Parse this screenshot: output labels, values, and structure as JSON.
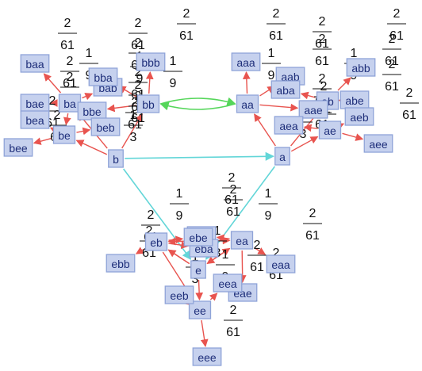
{
  "graph": {
    "colors": {
      "red_edge": "#e8544f",
      "cyan_edge": "#63d6d8",
      "green_edge": "#55d65a",
      "node_fill": "#c6d1ee",
      "node_border": "#8fa3d8",
      "node_text": "#1f2f7a"
    },
    "nodes": [
      {
        "id": "b",
        "label": "b"
      },
      {
        "id": "a",
        "label": "a"
      },
      {
        "id": "e",
        "label": "e"
      },
      {
        "id": "bb",
        "label": "bb"
      },
      {
        "id": "ba",
        "label": "ba"
      },
      {
        "id": "be",
        "label": "be"
      },
      {
        "id": "aa",
        "label": "aa"
      },
      {
        "id": "ab",
        "label": "ab"
      },
      {
        "id": "ae",
        "label": "ae"
      },
      {
        "id": "eb",
        "label": "eb"
      },
      {
        "id": "ea",
        "label": "ea"
      },
      {
        "id": "ee",
        "label": "ee"
      },
      {
        "id": "baa",
        "label": "baa"
      },
      {
        "id": "bab",
        "label": "bab"
      },
      {
        "id": "bae",
        "label": "bae"
      },
      {
        "id": "bba",
        "label": "bba"
      },
      {
        "id": "bbb",
        "label": "bbb"
      },
      {
        "id": "bbe",
        "label": "bbe"
      },
      {
        "id": "bea",
        "label": "bea"
      },
      {
        "id": "beb",
        "label": "beb"
      },
      {
        "id": "bee",
        "label": "bee"
      },
      {
        "id": "aaa",
        "label": "aaa"
      },
      {
        "id": "aab",
        "label": "aab"
      },
      {
        "id": "aae",
        "label": "aae"
      },
      {
        "id": "aba",
        "label": "aba"
      },
      {
        "id": "abb",
        "label": "abb"
      },
      {
        "id": "abe",
        "label": "abe"
      },
      {
        "id": "aea",
        "label": "aea"
      },
      {
        "id": "aeb",
        "label": "aeb"
      },
      {
        "id": "aee",
        "label": "aee"
      },
      {
        "id": "eaa",
        "label": "eaa"
      },
      {
        "id": "eab",
        "label": "eab"
      },
      {
        "id": "eae",
        "label": "eae"
      },
      {
        "id": "eba",
        "label": "eba"
      },
      {
        "id": "ebb",
        "label": "ebb"
      },
      {
        "id": "ebe",
        "label": "ebe"
      },
      {
        "id": "eea",
        "label": "eea"
      },
      {
        "id": "eeb",
        "label": "eeb"
      },
      {
        "id": "eee",
        "label": "eee"
      }
    ],
    "edges": [
      {
        "from": "b",
        "to": "a",
        "color": "cyan"
      },
      {
        "from": "b",
        "to": "e",
        "color": "cyan"
      },
      {
        "from": "a",
        "to": "e",
        "color": "cyan"
      },
      {
        "from": "bb",
        "to": "aa",
        "color": "green"
      },
      {
        "from": "aa",
        "to": "bb",
        "color": "green"
      },
      {
        "from": "b",
        "to": "bb",
        "color": "red"
      },
      {
        "from": "b",
        "to": "ba",
        "color": "red"
      },
      {
        "from": "b",
        "to": "be",
        "color": "red"
      },
      {
        "from": "a",
        "to": "aa",
        "color": "red"
      },
      {
        "from": "a",
        "to": "ab",
        "color": "red"
      },
      {
        "from": "a",
        "to": "ae",
        "color": "red"
      },
      {
        "from": "e",
        "to": "ea",
        "color": "red"
      },
      {
        "from": "e",
        "to": "eb",
        "color": "red"
      },
      {
        "from": "e",
        "to": "ee",
        "color": "red"
      },
      {
        "from": "ba",
        "to": "baa",
        "color": "red"
      },
      {
        "from": "ba",
        "to": "bab",
        "color": "red"
      },
      {
        "from": "ba",
        "to": "bae",
        "color": "red"
      },
      {
        "from": "bb",
        "to": "bba",
        "color": "red"
      },
      {
        "from": "bb",
        "to": "bbb",
        "color": "red"
      },
      {
        "from": "bb",
        "to": "bbe",
        "color": "red"
      },
      {
        "from": "be",
        "to": "bea",
        "color": "red"
      },
      {
        "from": "be",
        "to": "beb",
        "color": "red"
      },
      {
        "from": "be",
        "to": "bee",
        "color": "red"
      },
      {
        "from": "aa",
        "to": "aaa",
        "color": "red"
      },
      {
        "from": "aa",
        "to": "aab",
        "color": "red"
      },
      {
        "from": "aa",
        "to": "aae",
        "color": "red"
      },
      {
        "from": "ab",
        "to": "aba",
        "color": "red"
      },
      {
        "from": "ab",
        "to": "abb",
        "color": "red"
      },
      {
        "from": "ab",
        "to": "abe",
        "color": "red"
      },
      {
        "from": "ae",
        "to": "aea",
        "color": "red"
      },
      {
        "from": "ae",
        "to": "aeb",
        "color": "red"
      },
      {
        "from": "ae",
        "to": "aee",
        "color": "red"
      },
      {
        "from": "ea",
        "to": "eaa",
        "color": "red"
      },
      {
        "from": "ea",
        "to": "eab",
        "color": "red"
      },
      {
        "from": "ea",
        "to": "eae",
        "color": "red"
      },
      {
        "from": "eb",
        "to": "eba",
        "color": "red"
      },
      {
        "from": "eb",
        "to": "ebb",
        "color": "red"
      },
      {
        "from": "eb",
        "to": "ebe",
        "color": "red"
      },
      {
        "from": "ee",
        "to": "eea",
        "color": "red"
      },
      {
        "from": "ee",
        "to": "eeb",
        "color": "red"
      },
      {
        "from": "ee",
        "to": "eee",
        "color": "red"
      },
      {
        "from": "e",
        "to": "eb",
        "color": "red"
      },
      {
        "from": "ea",
        "to": "e",
        "color": "red"
      },
      {
        "from": "eb",
        "to": "ee",
        "color": "red"
      },
      {
        "from": "eb",
        "to": "ea",
        "color": "red"
      },
      {
        "from": "ea",
        "to": "eb",
        "color": "red"
      },
      {
        "from": "ba",
        "to": "be",
        "color": "red"
      }
    ],
    "fractions": [
      {
        "num": "2",
        "den": "61"
      },
      {
        "num": "2",
        "den": "61"
      },
      {
        "num": "2",
        "den": "61"
      },
      {
        "num": "2",
        "den": "61"
      },
      {
        "num": "2",
        "den": "61"
      },
      {
        "num": "2",
        "den": "61"
      },
      {
        "num": "2",
        "den": "61"
      },
      {
        "num": "2",
        "den": "61"
      },
      {
        "num": "2",
        "den": "61"
      },
      {
        "num": "2",
        "den": "61"
      },
      {
        "num": "2",
        "den": "61"
      },
      {
        "num": "2",
        "den": "61"
      },
      {
        "num": "2",
        "den": "61"
      },
      {
        "num": "2",
        "den": "61"
      },
      {
        "num": "2",
        "den": "61"
      },
      {
        "num": "2",
        "den": "61"
      },
      {
        "num": "2",
        "den": "61"
      },
      {
        "num": "2",
        "den": "61"
      },
      {
        "num": "2",
        "den": "61"
      },
      {
        "num": "2",
        "den": "61"
      },
      {
        "num": "2",
        "den": "61"
      },
      {
        "num": "2",
        "den": "61"
      },
      {
        "num": "2",
        "den": "61"
      },
      {
        "num": "2",
        "den": "61"
      },
      {
        "num": "2",
        "den": "61"
      },
      {
        "num": "2",
        "den": "61"
      },
      {
        "num": "2",
        "den": "61"
      },
      {
        "num": "2",
        "den": "61"
      },
      {
        "num": "2",
        "den": "61"
      },
      {
        "num": "2",
        "den": "61"
      },
      {
        "num": "2",
        "den": "61"
      },
      {
        "num": "1",
        "den": "9"
      },
      {
        "num": "1",
        "den": "9"
      },
      {
        "num": "1",
        "den": "9"
      },
      {
        "num": "1",
        "den": "9"
      },
      {
        "num": "1",
        "den": "9"
      },
      {
        "num": "1",
        "den": "9"
      },
      {
        "num": "1",
        "den": "9"
      },
      {
        "num": "1",
        "den": "9"
      },
      {
        "num": "1",
        "den": "3"
      },
      {
        "num": "1",
        "den": "3"
      },
      {
        "num": "1",
        "den": "3"
      },
      {
        "num": "1",
        "den": "3"
      }
    ]
  }
}
